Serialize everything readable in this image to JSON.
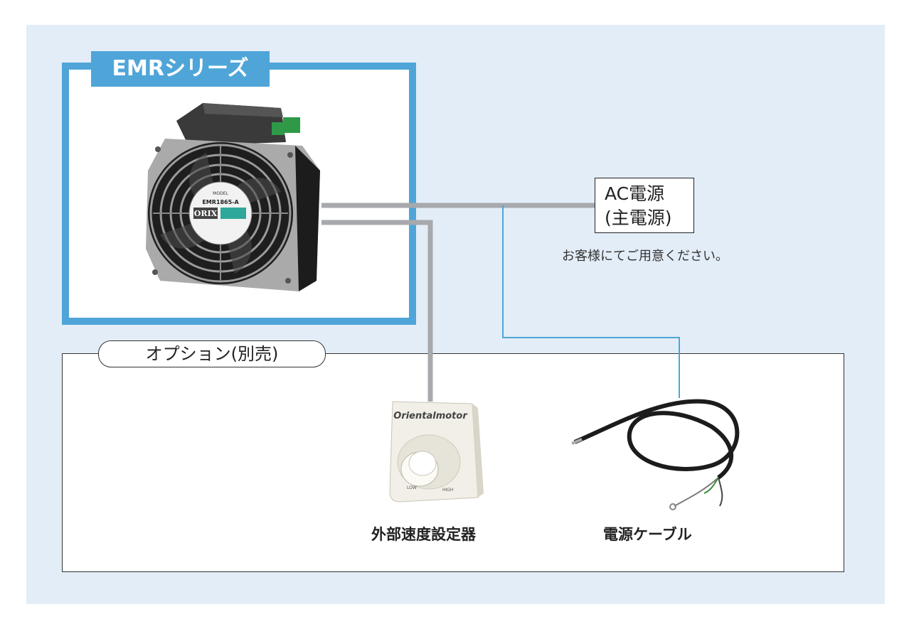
{
  "series": {
    "title": "EMRシリーズ"
  },
  "fan": {
    "model": "EMR1865-A",
    "model_label": "MODEL",
    "brand": "ORIX"
  },
  "ac_power": {
    "line1": "AC電源",
    "line2": "(主電源)",
    "note": "お客様にてご用意ください。"
  },
  "options": {
    "label": "オプション(別売)",
    "speed_controller": {
      "label": "外部速度設定器",
      "brand": "Orientalmotor",
      "low": "LOW",
      "high": "HIGH"
    },
    "power_cable": {
      "label": "電源ケーブル"
    }
  },
  "colors": {
    "accent": "#4fa5d8",
    "panel_bg": "#e3edf7",
    "wire_gray": "#a7a9ac",
    "wire_blue": "#4fa5d8"
  }
}
